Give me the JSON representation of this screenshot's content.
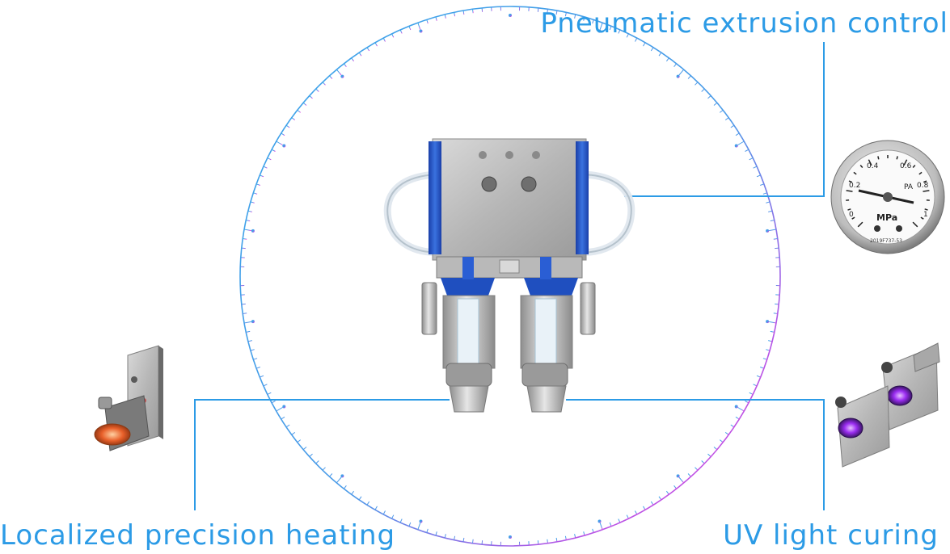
{
  "labels": {
    "pneumatic": "Pneumatic extrusion control",
    "heating": "Localized precision heating",
    "uv": "UV light curing"
  },
  "gauge": {
    "unit": "MPa",
    "brand": "PA",
    "serial": "2019F737-53",
    "ticks": [
      "0",
      "0.2",
      "0.4",
      "0.6",
      "0.8",
      "1"
    ]
  },
  "colors": {
    "line": "#2c9be6",
    "ring_start": "#3aa4ea",
    "ring_end": "#e24adf",
    "device_blue": "#1f4fbf",
    "uv_glow": "#9a2cf0",
    "heat_glow": "#e8602a"
  }
}
